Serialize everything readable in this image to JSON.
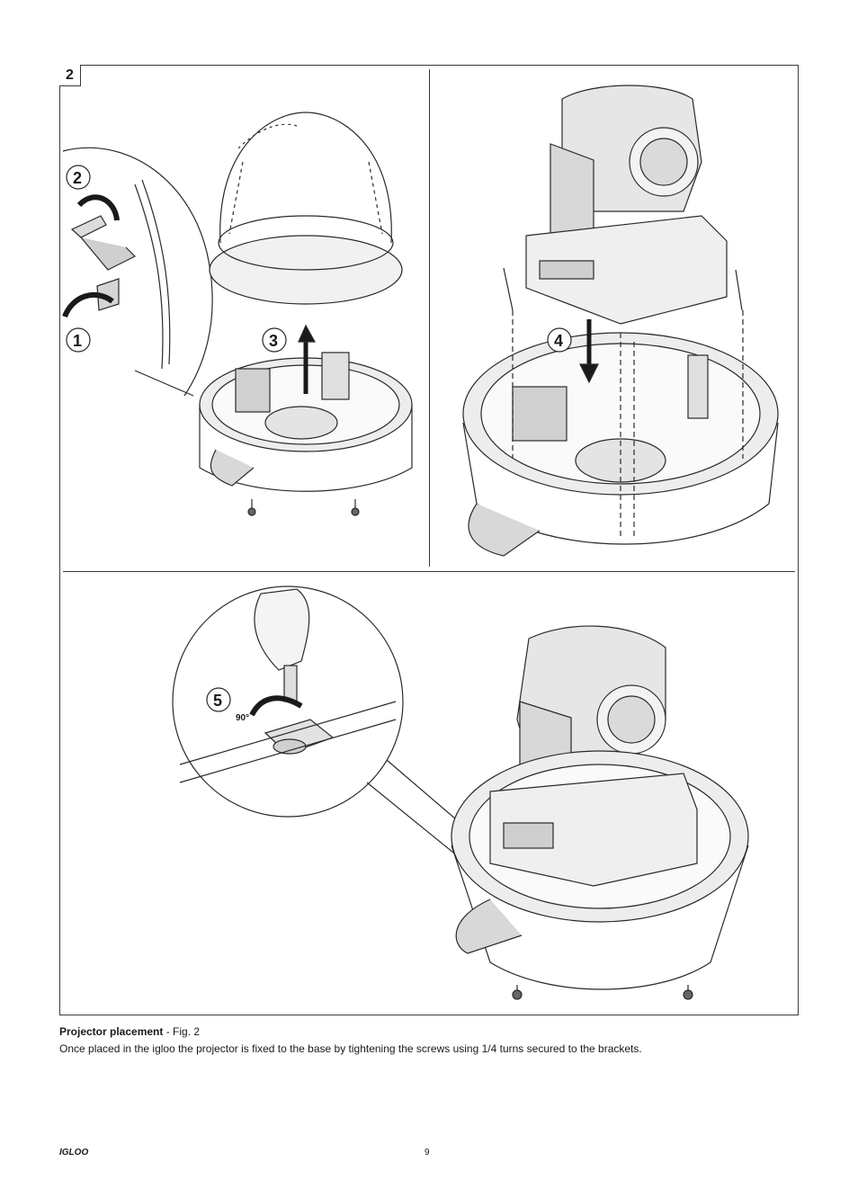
{
  "figure": {
    "number": "2",
    "steps": [
      "1",
      "2",
      "3",
      "4",
      "5"
    ],
    "angle_label": "90°"
  },
  "caption": {
    "title": "Projector placement",
    "fig_ref": " - Fig. 2",
    "body": "Once placed in the igloo the projector is fixed to the base by tightening the screws using 1/4 turns secured to the brackets."
  },
  "footer": {
    "brand": "IGLOO",
    "page": "9"
  }
}
